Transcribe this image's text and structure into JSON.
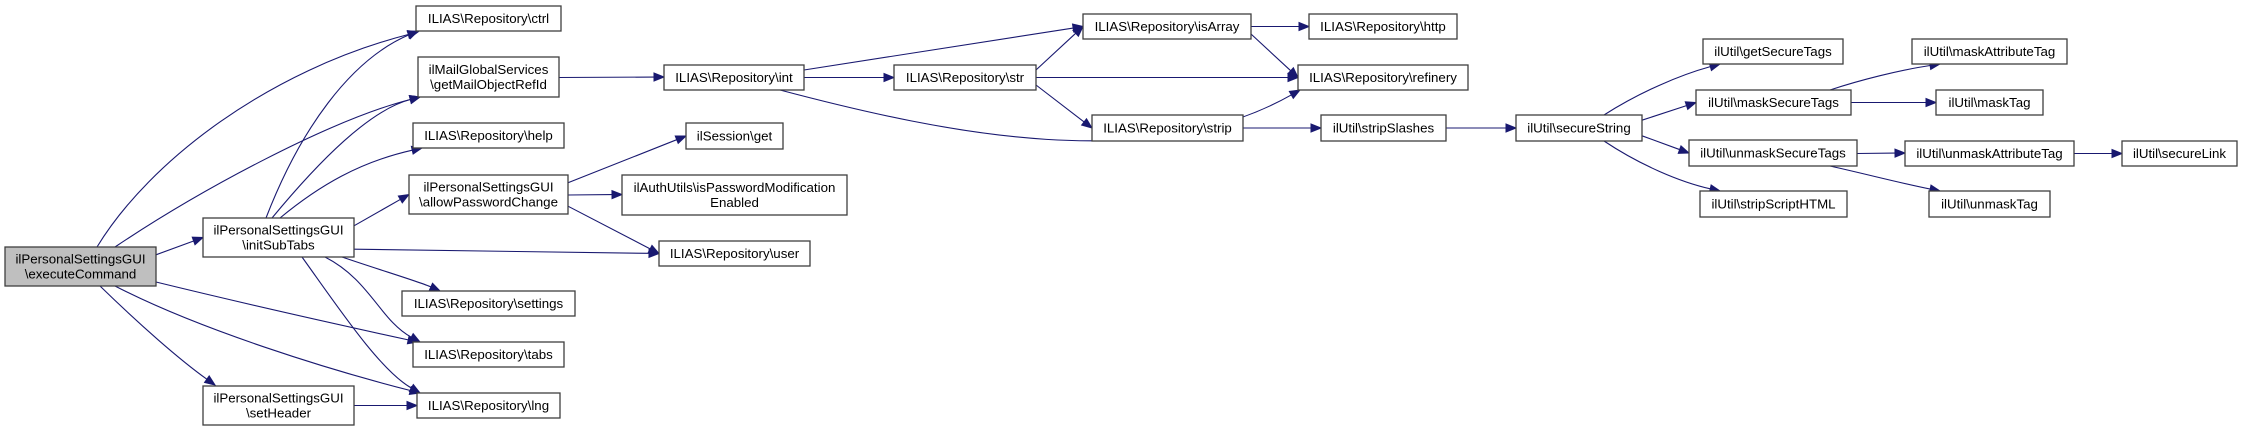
{
  "title": "Call graph of ilPersonalSettingsGUI::executeCommand",
  "colors": {
    "edge": "#191970",
    "root_fill": "#bfbfbf",
    "node_fill": "#ffffff",
    "node_border": "#3f3f3f"
  },
  "nodes": [
    {
      "id": "executeCommand",
      "lines": [
        "ilPersonalSettingsGUI",
        "\\executeCommand"
      ],
      "root": true
    },
    {
      "id": "initSubTabs",
      "lines": [
        "ilPersonalSettingsGUI",
        "\\initSubTabs"
      ]
    },
    {
      "id": "setHeader",
      "lines": [
        "ilPersonalSettingsGUI",
        "\\setHeader"
      ]
    },
    {
      "id": "ctrl",
      "lines": [
        "ILIAS\\Repository\\ctrl"
      ]
    },
    {
      "id": "getMailObjectRefId",
      "lines": [
        "ilMailGlobalServices",
        "\\getMailObjectRefId"
      ]
    },
    {
      "id": "help",
      "lines": [
        "ILIAS\\Repository\\help"
      ]
    },
    {
      "id": "allowPasswordChange",
      "lines": [
        "ilPersonalSettingsGUI",
        "\\allowPasswordChange"
      ]
    },
    {
      "id": "settings",
      "lines": [
        "ILIAS\\Repository\\settings"
      ]
    },
    {
      "id": "tabs",
      "lines": [
        "ILIAS\\Repository\\tabs"
      ]
    },
    {
      "id": "lng",
      "lines": [
        "ILIAS\\Repository\\lng"
      ]
    },
    {
      "id": "sessionGet",
      "lines": [
        "ilSession\\get"
      ]
    },
    {
      "id": "isPasswordModificationEnabled",
      "lines": [
        "ilAuthUtils\\isPasswordModification",
        "Enabled"
      ]
    },
    {
      "id": "user",
      "lines": [
        "ILIAS\\Repository\\user"
      ]
    },
    {
      "id": "int",
      "lines": [
        "ILIAS\\Repository\\int"
      ]
    },
    {
      "id": "str",
      "lines": [
        "ILIAS\\Repository\\str"
      ]
    },
    {
      "id": "isArray",
      "lines": [
        "ILIAS\\Repository\\isArray"
      ]
    },
    {
      "id": "http",
      "lines": [
        "ILIAS\\Repository\\http"
      ]
    },
    {
      "id": "refinery",
      "lines": [
        "ILIAS\\Repository\\refinery"
      ]
    },
    {
      "id": "strip",
      "lines": [
        "ILIAS\\Repository\\strip"
      ]
    },
    {
      "id": "stripSlashes",
      "lines": [
        "ilUtil\\stripSlashes"
      ]
    },
    {
      "id": "secureString",
      "lines": [
        "ilUtil\\secureString"
      ]
    },
    {
      "id": "getSecureTags",
      "lines": [
        "ilUtil\\getSecureTags"
      ]
    },
    {
      "id": "maskSecureTags",
      "lines": [
        "ilUtil\\maskSecureTags"
      ]
    },
    {
      "id": "unmaskSecureTags",
      "lines": [
        "ilUtil\\unmaskSecureTags"
      ]
    },
    {
      "id": "stripScriptHTML",
      "lines": [
        "ilUtil\\stripScriptHTML"
      ]
    },
    {
      "id": "maskAttributeTag",
      "lines": [
        "ilUtil\\maskAttributeTag"
      ]
    },
    {
      "id": "maskTag",
      "lines": [
        "ilUtil\\maskTag"
      ]
    },
    {
      "id": "unmaskAttributeTag",
      "lines": [
        "ilUtil\\unmaskAttributeTag"
      ]
    },
    {
      "id": "unmaskTag",
      "lines": [
        "ilUtil\\unmaskTag"
      ]
    },
    {
      "id": "secureLink",
      "lines": [
        "ilUtil\\secureLink"
      ]
    }
  ],
  "edges": [
    {
      "from": "executeCommand",
      "to": "initSubTabs"
    },
    {
      "from": "executeCommand",
      "to": "ctrl"
    },
    {
      "from": "executeCommand",
      "to": "getMailObjectRefId"
    },
    {
      "from": "executeCommand",
      "to": "tabs"
    },
    {
      "from": "executeCommand",
      "to": "lng"
    },
    {
      "from": "executeCommand",
      "to": "setHeader"
    },
    {
      "from": "initSubTabs",
      "to": "ctrl"
    },
    {
      "from": "initSubTabs",
      "to": "getMailObjectRefId"
    },
    {
      "from": "initSubTabs",
      "to": "help"
    },
    {
      "from": "initSubTabs",
      "to": "allowPasswordChange"
    },
    {
      "from": "initSubTabs",
      "to": "user"
    },
    {
      "from": "initSubTabs",
      "to": "settings"
    },
    {
      "from": "initSubTabs",
      "to": "tabs"
    },
    {
      "from": "initSubTabs",
      "to": "lng"
    },
    {
      "from": "setHeader",
      "to": "lng"
    },
    {
      "from": "getMailObjectRefId",
      "to": "int"
    },
    {
      "from": "allowPasswordChange",
      "to": "sessionGet"
    },
    {
      "from": "allowPasswordChange",
      "to": "isPasswordModificationEnabled"
    },
    {
      "from": "allowPasswordChange",
      "to": "user"
    },
    {
      "from": "int",
      "to": "isArray"
    },
    {
      "from": "int",
      "to": "str"
    },
    {
      "from": "int",
      "to": "refinery"
    },
    {
      "from": "str",
      "to": "isArray"
    },
    {
      "from": "str",
      "to": "refinery"
    },
    {
      "from": "str",
      "to": "strip"
    },
    {
      "from": "isArray",
      "to": "http"
    },
    {
      "from": "isArray",
      "to": "refinery"
    },
    {
      "from": "strip",
      "to": "stripSlashes"
    },
    {
      "from": "stripSlashes",
      "to": "secureString"
    },
    {
      "from": "secureString",
      "to": "getSecureTags"
    },
    {
      "from": "secureString",
      "to": "maskSecureTags"
    },
    {
      "from": "secureString",
      "to": "unmaskSecureTags"
    },
    {
      "from": "secureString",
      "to": "stripScriptHTML"
    },
    {
      "from": "maskSecureTags",
      "to": "maskAttributeTag"
    },
    {
      "from": "maskSecureTags",
      "to": "maskTag"
    },
    {
      "from": "unmaskSecureTags",
      "to": "unmaskAttributeTag"
    },
    {
      "from": "unmaskSecureTags",
      "to": "unmaskTag"
    },
    {
      "from": "unmaskAttributeTag",
      "to": "secureLink"
    }
  ]
}
